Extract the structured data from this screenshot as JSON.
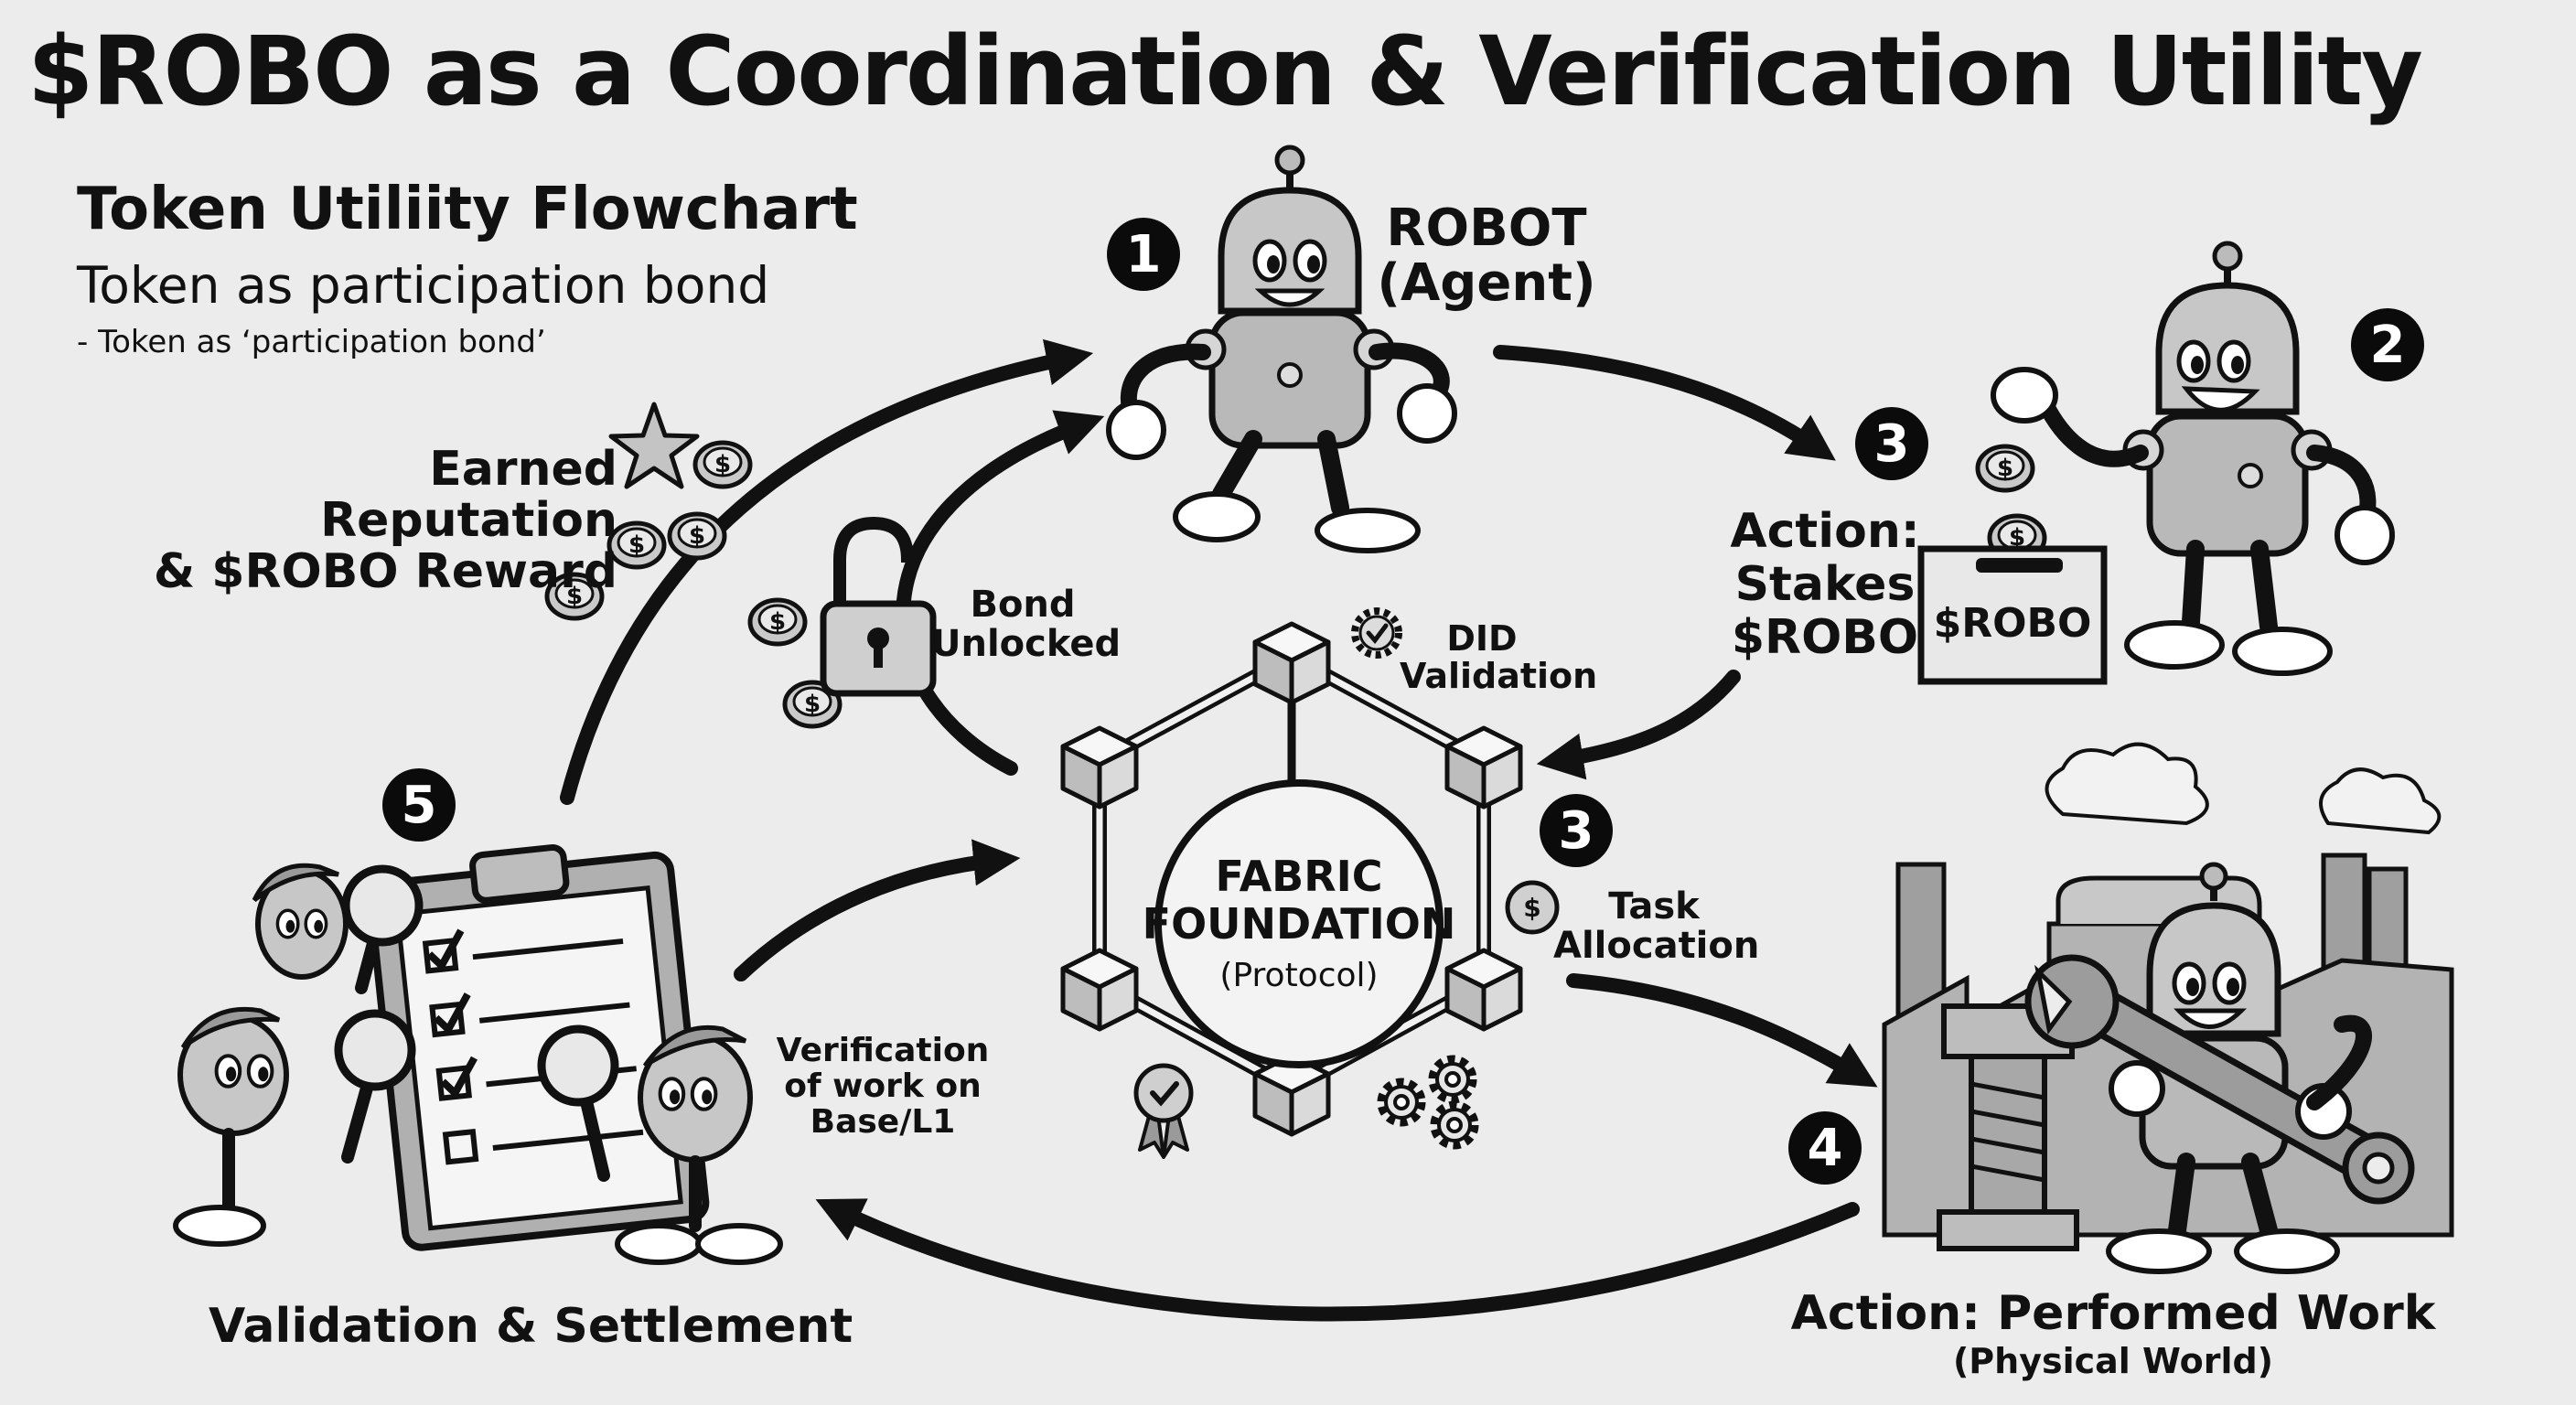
{
  "title": "$ROBO as a Coordination & Verification Utility",
  "subtitle": "Token Utiliity Flowchart",
  "tagline": "Token as participation bond",
  "tagline_detail": "- Token as ‘participation bond’",
  "steps": {
    "robot": {
      "number": "1",
      "line1": "ROBOT",
      "line2": "(Agent)"
    },
    "stake": {
      "number": "2",
      "marker": "3",
      "line1": "Action:",
      "line2": "Stakes",
      "line3": "$ROBO",
      "box_label": "$ROBO"
    },
    "task": {
      "number": "3",
      "line1": "Task",
      "line2": "Allocation"
    },
    "work": {
      "number": "4",
      "line1": "Action: Performed Work",
      "line2": "(Physical World)"
    },
    "settle": {
      "number": "5",
      "line1": "Validation & Settlement"
    }
  },
  "hub": {
    "line1": "FABRIC",
    "line2": "FOUNDATION",
    "line3": "(Protocol)"
  },
  "labels": {
    "did": {
      "line1": "DID",
      "line2": "Validation"
    },
    "bond": {
      "line1": "Bond",
      "line2": "Unlocked"
    },
    "reward": {
      "line1": "Earned Reputation",
      "line2": "& $ROBO Reward"
    },
    "verify": {
      "line1": "Verification",
      "line2": "of work on",
      "line3": "Base/L1"
    }
  },
  "coin_glyph": "$",
  "icons": [
    "robot-icon",
    "coin-icon",
    "star-icon",
    "padlock-icon",
    "ribbon-badge-icon",
    "gear-icon",
    "clipboard-icon",
    "magnifier-icon",
    "factory-icon",
    "wrench-icon",
    "bolt-icon",
    "block-icon"
  ]
}
